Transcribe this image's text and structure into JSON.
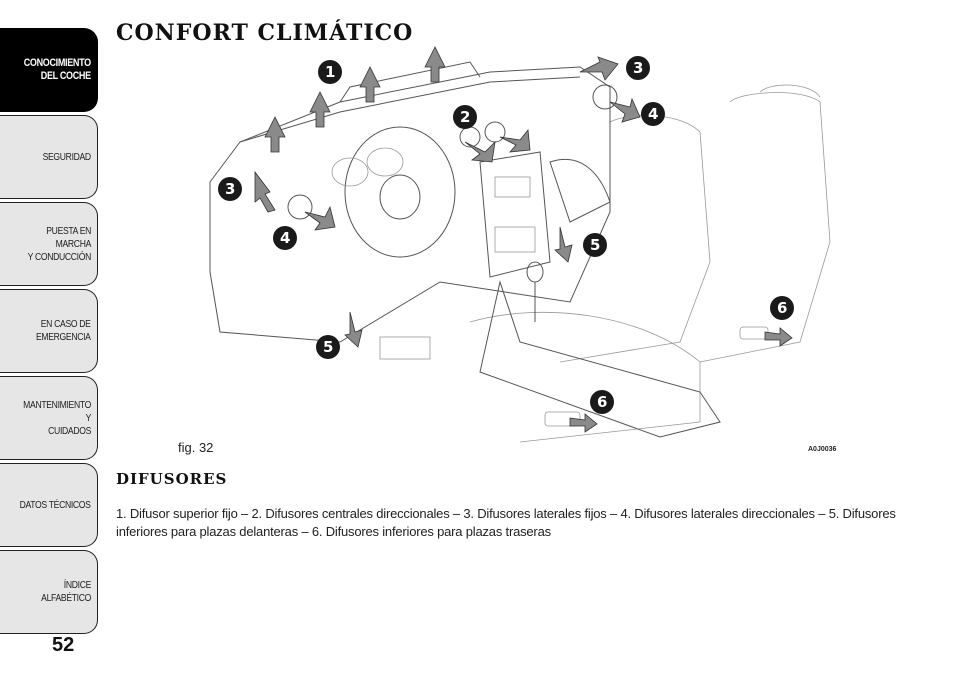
{
  "sidebar": {
    "tabs": [
      {
        "label": "CONOCIMIENTO\nDEL COCHE",
        "active": true
      },
      {
        "label": "SEGURIDAD",
        "active": false
      },
      {
        "label": "PUESTA EN MARCHA\nY CONDUCCIÓN",
        "active": false
      },
      {
        "label": "EN CASO DE\nEMERGENCIA",
        "active": false
      },
      {
        "label": "MANTENIMIENTO Y\nCUIDADOS",
        "active": false
      },
      {
        "label": "DATOS TÉCNICOS",
        "active": false
      },
      {
        "label": "ÍNDICE ALFABÉTICO",
        "active": false
      }
    ]
  },
  "page": {
    "number": "52",
    "title": "CONFORT CLIMÁTICO",
    "figure_caption": "fig. 32",
    "figure_code": "A0J0036",
    "section_heading": "DIFUSORES",
    "body": "1. Difusor superior fijo – 2. Difusores centrales direccionales – 3. Difusores laterales fijos – 4. Difusores laterales direccionales – 5. Difusores inferiores para plazas delanteras – 6. Difusores inferiores para plazas traseras"
  },
  "callouts": [
    "1",
    "2",
    "3",
    "4",
    "3",
    "4",
    "5",
    "5",
    "6",
    "6"
  ],
  "colors": {
    "active_tab": "#000000",
    "tab": "#e6e6e6",
    "arrow": "#8a8a8a"
  }
}
